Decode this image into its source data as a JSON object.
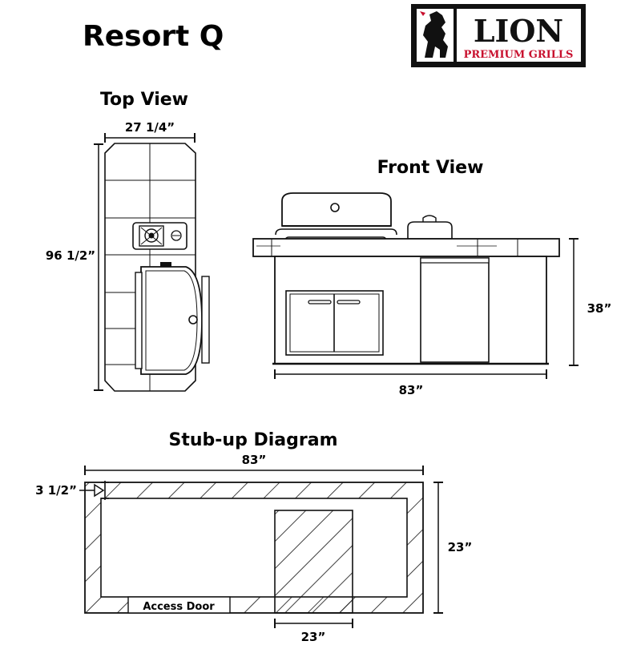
{
  "title": "Resort Q",
  "logo": {
    "brand": "LION",
    "tagline": "PREMIUM GRILLS",
    "accent_color": "#c8102e",
    "icon": "lion-rampant-icon"
  },
  "top_view": {
    "heading": "Top View",
    "width_label": "27 1/4”",
    "length_label": "96 1/2”"
  },
  "front_view": {
    "heading": "Front View",
    "height_label": "38”",
    "width_label": "83”"
  },
  "stub_up": {
    "heading": "Stub-up Diagram",
    "width_label": "83”",
    "wall_label": "3 1/2”",
    "depth_label": "23”",
    "opening_label": "23”",
    "access_door_label": "Access Door"
  }
}
